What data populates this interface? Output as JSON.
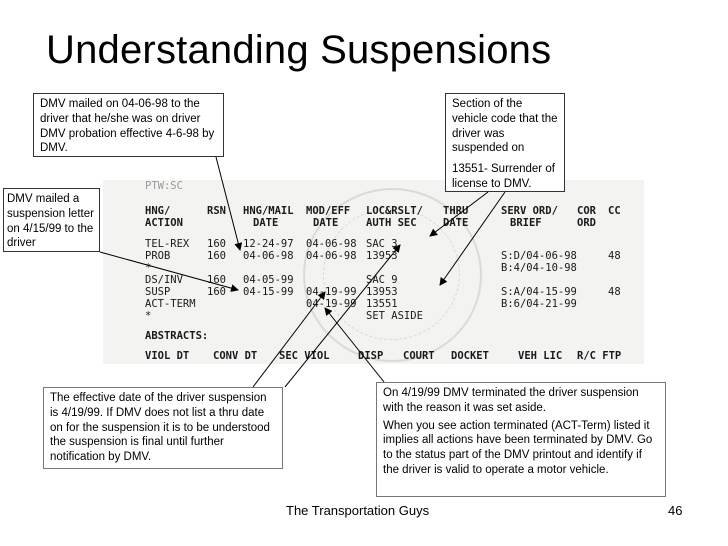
{
  "slide": {
    "title": "Understanding Suspensions",
    "footer_text": "The Transportation Guys",
    "page_number": "46"
  },
  "callouts": {
    "mailed_probation": "DMV mailed on 04-06-98  to the driver that he/she was on driver DMV probation effective 4-6-98 by DMV.",
    "vehicle_code_1": "Section of the vehicle code that the driver was suspended on",
    "vehicle_code_2": "13551- Surrender of license to DMV.",
    "mailed_suspension": "DMV mailed a suspension letter on 4/15/99 to the driver",
    "effective_date": "The effective date of the driver suspension is 4/19/99. If DMV does not list a thru date on for the suspension it is to be understood the suspension is final until further notification by DMV.",
    "terminated_1": "On 4/19/99 DMV terminated the driver suspension with the reason it was set aside.",
    "terminated_2": "When you see action terminated (ACT-Term) listed it implies all actions have been terminated by DMV. Go to the status part of the DMV printout and identify if the driver is valid to operate a motor vehicle."
  },
  "record": {
    "top_fragment": "PTW:SC",
    "headers": {
      "action_1": "HNG/",
      "action_2": "ACTION",
      "rsn": "RSN",
      "mail_1": "HNG/MAIL",
      "mail_2": "DATE",
      "eff_1": "MOD/EFF",
      "eff_2": "DATE",
      "loc_1": "LOC&RSLT/",
      "loc_2": "AUTH SEC",
      "thru_1": "THRU",
      "thru_2": "DATE",
      "serv_1": "SERV ORD/",
      "serv_2": "BRIEF",
      "cor_1": "COR",
      "cor_2": "ORD",
      "cc": "CC"
    },
    "rows": [
      {
        "action": "TEL-REX",
        "rsn": "160",
        "mail": "12-24-97",
        "eff": "04-06-98",
        "loc": "SAC  3",
        "serv": "",
        "cc": ""
      },
      {
        "action": "PROB",
        "rsn": "160",
        "mail": "04-06-98",
        "eff": "04-06-98",
        "loc": "13953",
        "serv": "S:D/04-06-98",
        "cc": "48"
      },
      {
        "action": "*",
        "rsn": "",
        "mail": "",
        "eff": "",
        "loc": "",
        "serv": "B:4/04-10-98",
        "cc": ""
      },
      {
        "action": "DS/INV",
        "rsn": "160",
        "mail": "04-05-99",
        "eff": "",
        "loc": "SAC  9",
        "serv": "",
        "cc": ""
      },
      {
        "action": "SUSP",
        "rsn": "160",
        "mail": "04-15-99",
        "eff": "04-19-99",
        "loc": "13953",
        "serv": "S:A/04-15-99",
        "cc": "48"
      },
      {
        "action": "ACT-TERM",
        "rsn": "",
        "mail": "",
        "eff": "04-19-99",
        "loc": "13551",
        "serv": "B:6/04-21-99",
        "cc": ""
      },
      {
        "action": "*",
        "rsn": "",
        "mail": "",
        "eff": "",
        "loc": "SET ASIDE",
        "serv": "",
        "cc": ""
      }
    ],
    "abstracts_label": "ABSTRACTS:",
    "abstract_headers": {
      "viol_dt": "VIOL DT",
      "conv_dt": "CONV DT",
      "sec_viol": "SEC VIOL",
      "disp": "DISP",
      "court": "COURT",
      "docket": "DOCKET",
      "veh_lic": "VEH LIC",
      "rc_ftp": "R/C FTP"
    }
  }
}
